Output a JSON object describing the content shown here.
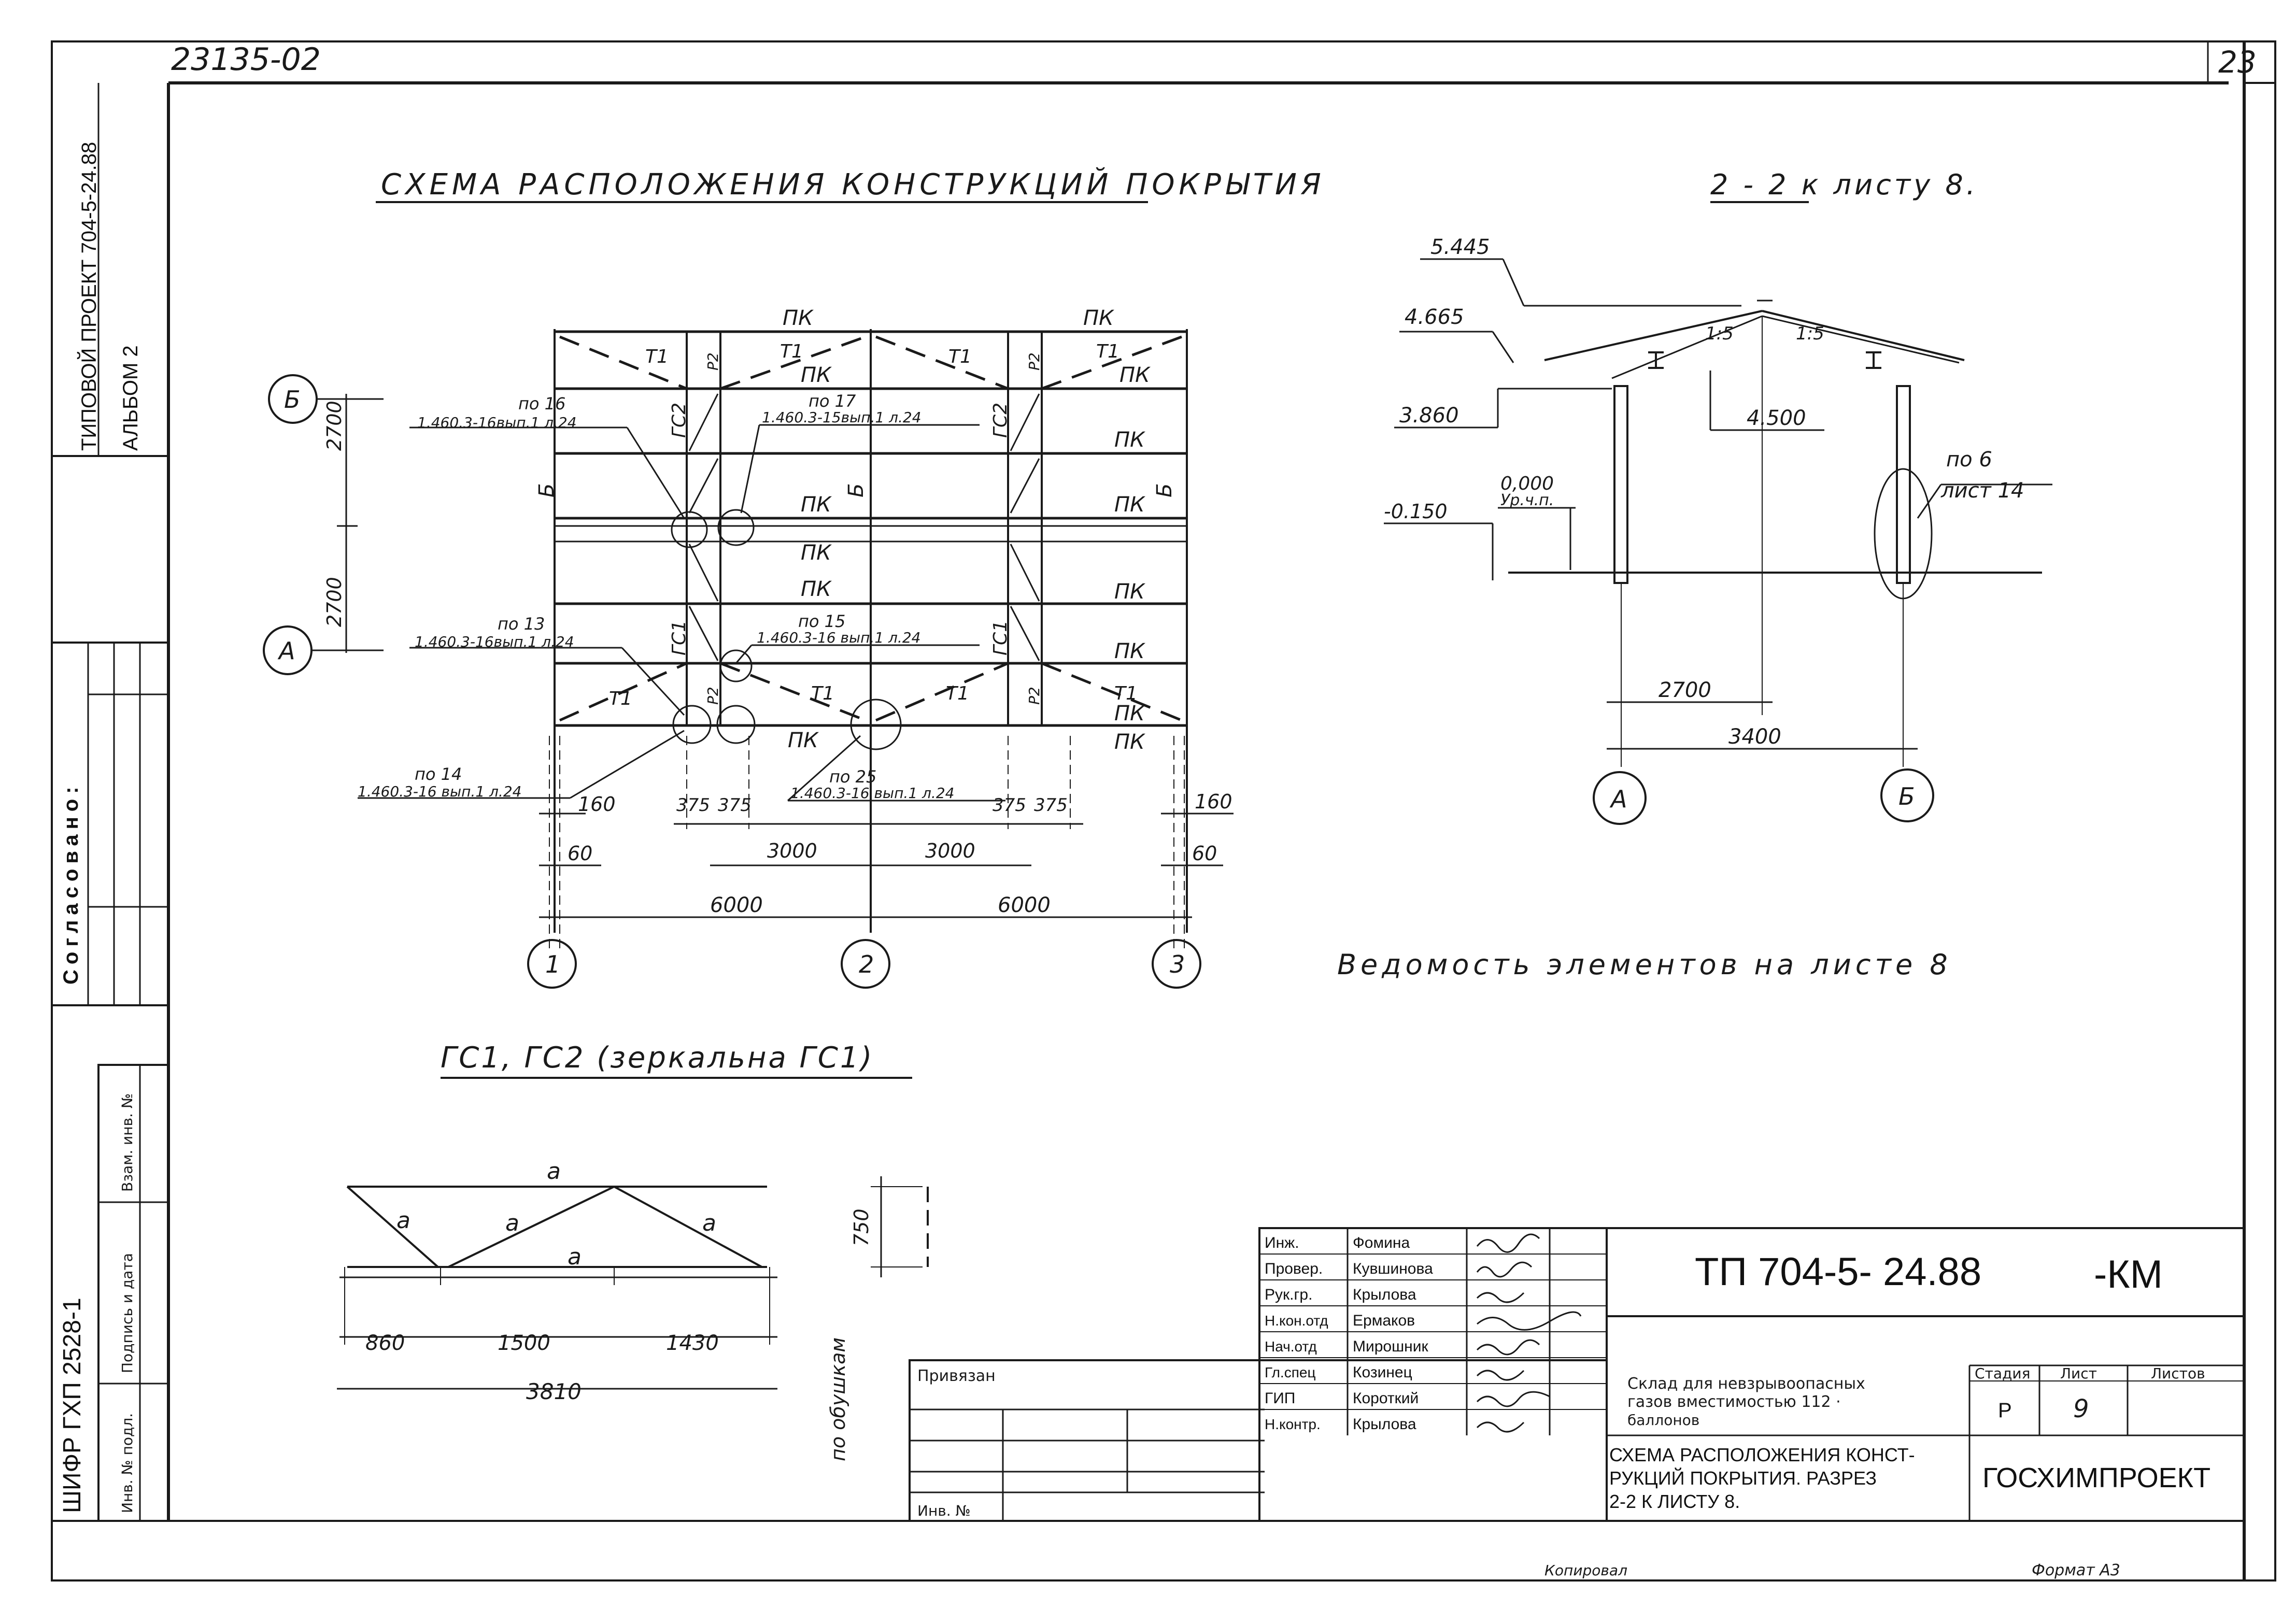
{
  "header": {
    "archive_no": "23135-02",
    "sheet_no": "23"
  },
  "side_stamp": {
    "project_line1": "ТИПОВОЙ ПРОЕКТ 704-5-24.88",
    "project_line2": "АЛЬБОМ 2",
    "agreed": "Согласовано:",
    "inv_no_vzam": "Взам. инв. №",
    "sign_date": "Подпись и дата",
    "inv_no_orig": "Инв. № подл.",
    "cipher": "ШИФР ГХП 2528-1"
  },
  "plan": {
    "title": "СХЕМА РАСПОЛОЖЕНИЯ КОНСТРУКЦИЙ ПОКРЫТИЯ",
    "axes_rows": [
      "Б",
      "А"
    ],
    "axes_cols": [
      "1",
      "2",
      "3"
    ],
    "pk": "ПК",
    "b": "Б",
    "t1": "Т1",
    "gc1": "ГС1",
    "gc2": "ГС2",
    "r2": "Р2",
    "dims": {
      "d2700a": "2700",
      "d2700b": "2700",
      "d160l": "160",
      "d160r": "160",
      "d60l": "60",
      "d60r": "60",
      "d375a": "375",
      "d375b": "375",
      "d375c": "375",
      "d375d": "375",
      "d3000a": "3000",
      "d3000b": "3000",
      "d6000a": "6000",
      "d6000b": "6000"
    },
    "refs": {
      "r16a": "по 16",
      "r16b": "1.460.3-16вып.1 л.24",
      "r17a": "по 17",
      "r17b": "1.460.3-15вып.1 л.24",
      "r13a": "по 13",
      "r13b": "1.460.3-16вып.1 л.24",
      "r15a": "по 15",
      "r15b": "1.460.3-16 вып.1 л.24",
      "r14a": "по 14",
      "r14b": "1.460.3-16 вып.1 л.24",
      "r25a": "по 25",
      "r25b": "1.460.3-16 вып.1 л.24"
    }
  },
  "section": {
    "title": "2 - 2 к листу 8.",
    "elev": {
      "e5445": "5.445",
      "e4665": "4.665",
      "e3860": "3.860",
      "e0000": "0,000",
      "eur": "Ур.ч.п.",
      "e0150": "-0.150",
      "e4500": "4.500"
    },
    "slope": "1:5",
    "ref_a": "по 6",
    "ref_b": "лист 14",
    "d2700": "2700",
    "d3400": "3400",
    "axes": [
      "А",
      "Б"
    ]
  },
  "statement": "Ведомость элементов на листе 8",
  "truss": {
    "title": "ГС1, ГС2 (зеркальна ГС1)",
    "a": "а",
    "d860": "860",
    "d1500": "1500",
    "d1430": "1430",
    "d3810": "3810",
    "h750": "750",
    "note": "по обушкам"
  },
  "title_block": {
    "bound_label": "Привязан",
    "inv_label": "Инв. №",
    "roles": [
      "Инж.",
      "Провер.",
      "Рук.гр.",
      "Н.кон.отд",
      "Нач.отд",
      "Гл.спец",
      "ГИП",
      "Н.контр."
    ],
    "names": [
      "Фомина",
      "Кувшинова",
      "Крылова",
      "Ермаков",
      "Мирошник",
      "Козинец",
      "Короткий",
      "Крылова"
    ],
    "doc_code": "ТП 704-5- 24.88",
    "doc_suffix": "-КМ",
    "object_name_1": "Склад для невзрывоопасных",
    "object_name_2": "газов вместимостью 112 ·",
    "object_name_3": "баллонов",
    "sheet_name_1": "СХЕМА РАСПОЛОЖЕНИЯ КОНСТ-",
    "sheet_name_2": "РУКЦИЙ ПОКРЫТИЯ. РАЗРЕЗ",
    "sheet_name_3": "2-2 К ЛИСТУ 8.",
    "stage_label": "Стадия",
    "sheet_label": "Лист",
    "sheets_label": "Листов",
    "stage": "Р",
    "sheet": "9",
    "org": "ГОСХИМПРОЕКТ"
  },
  "footer": {
    "copied": "Копировал",
    "format": "Формат А3"
  }
}
